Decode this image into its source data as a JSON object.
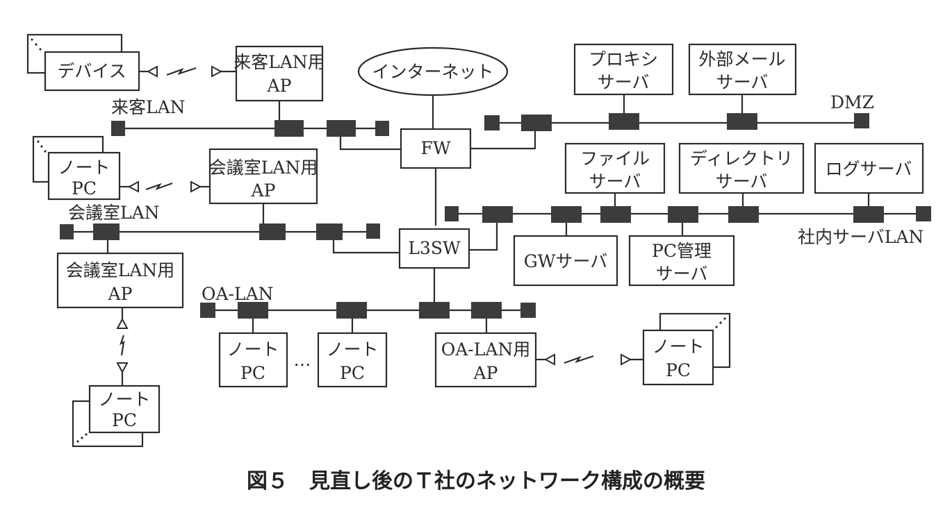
{
  "caption": "図５　見直し後のＴ社のネットワーク構成の概要",
  "nodes": {
    "internet": "インターネット",
    "fw": "FW",
    "l3sw": "L3SW",
    "device": "デバイス",
    "guest_ap": [
      "来客LAN用",
      "AP"
    ],
    "conf_ap_1": [
      "会議室LAN用",
      "AP"
    ],
    "conf_ap_2": [
      "会議室LAN用",
      "AP"
    ],
    "oa_ap": [
      "OA-LAN用",
      "AP"
    ],
    "notepc_conf_1": [
      "ノート",
      "PC"
    ],
    "notepc_conf_2": [
      "ノート",
      "PC"
    ],
    "notepc_oa_1": [
      "ノート",
      "PC"
    ],
    "notepc_oa_2": [
      "ノート",
      "PC"
    ],
    "notepc_oa_wireless": [
      "ノート",
      "PC"
    ],
    "proxy": [
      "プロキシ",
      "サーバ"
    ],
    "ext_mail": [
      "外部メール",
      "サーバ"
    ],
    "file": [
      "ファイル",
      "サーバ"
    ],
    "directory": [
      "ディレクトリ",
      "サーバ"
    ],
    "log": "ログサーバ",
    "gw": "GWサーバ",
    "pc_mgmt": [
      "PC管理",
      "サーバ"
    ]
  },
  "segments": {
    "guest_lan": "来客LAN",
    "conf_lan": "会議室LAN",
    "oa_lan": "OA-LAN",
    "dmz": "DMZ",
    "server_lan": "社内サーバLAN"
  },
  "ellipsis": "…"
}
